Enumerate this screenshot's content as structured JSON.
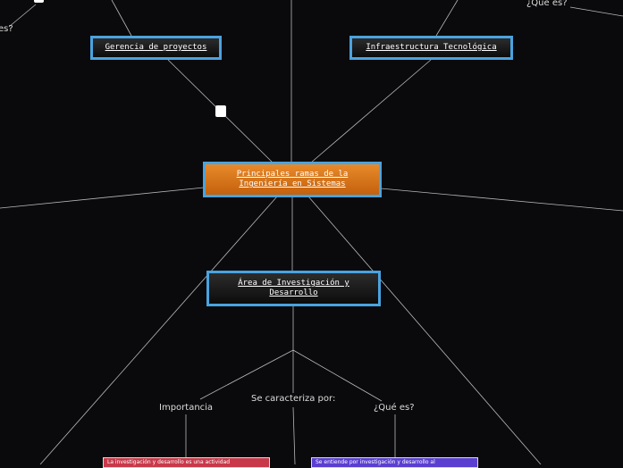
{
  "nodes": {
    "central": "Principales ramas de la Ingeniería en Sistemas",
    "gerencia": "Gerencia de proyectos",
    "infraestructura": "Infraestructura Tecnológica",
    "investigacion": "Área de Investigación y Desarrollo"
  },
  "labels": {
    "top_left_partial": "es?",
    "top_right": "¿Qué es?",
    "importancia": "Importancia",
    "caracteriza": "Se caracteriza por:",
    "que_es": "¿Qué es?"
  },
  "cards": {
    "importancia_text": "La investigación y desarrollo es una actividad",
    "que_es_text": "Se entiende por investigación y desarrollo al"
  },
  "colors": {
    "background": "#0a0a0c",
    "node_border": "#4aa3df",
    "central_fill": "#d9781a",
    "card_red": "#c8394a",
    "card_purple": "#5b3fd1",
    "connector": "#b8b8b8"
  }
}
